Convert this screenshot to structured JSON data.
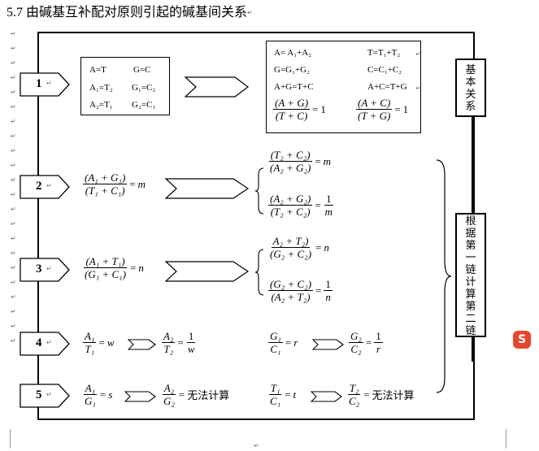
{
  "heading": "5.7 由碱基互补配对原则引起的碱基间关系",
  "paragraph_mark": "↵",
  "labels": {
    "basic": "基本关系",
    "chain": "根据第一链计算第二链"
  },
  "steps": [
    "1",
    "2",
    "3",
    "4",
    "5"
  ],
  "box1": {
    "lines": [
      [
        "A=T",
        "G=C"
      ],
      [
        "A₁=T₂",
        "G₁=C₂"
      ],
      [
        "A₂=T₁",
        "G₂=C₁"
      ]
    ]
  },
  "box2": {
    "lines": [
      [
        "A= A₁+A₂",
        "T=T₁+T₂"
      ],
      [
        "G=G₁+G₂",
        "C=C₁+C₂"
      ],
      [
        "A+G=T+C",
        "A+C=T+G"
      ]
    ],
    "frac1": {
      "num": "(A + G)",
      "den": "(T + C)",
      "rhs": "1"
    },
    "frac2": {
      "num": "(A + C)",
      "den": "(T + G)",
      "rhs": "1"
    }
  },
  "row2": {
    "left": {
      "num": "(A₁ + G₁)",
      "den": "(T₁ + C₁)",
      "rhs": "m"
    },
    "r1": {
      "num": "(T₂ + C₂)",
      "den": "(A₂ + G₂)",
      "rhs": "m"
    },
    "r2": {
      "num": "(A₂ + G₂)",
      "den": "(T₂ + C₂)",
      "rnum": "1",
      "rden": "m"
    }
  },
  "row3": {
    "left": {
      "num": "(A₁ + T₁)",
      "den": "(G₁ + C₁)",
      "rhs": "n"
    },
    "r1": {
      "num": "A₂ + T₂)",
      "den": "(G₂ + C₂)",
      "rhs": "n"
    },
    "r2": {
      "num": "(G₂ + C₂)",
      "den": "(A₂ + T₂)",
      "rnum": "1",
      "rden": "n"
    }
  },
  "row4": {
    "a": {
      "num": "A₁",
      "den": "T₁",
      "rhs": "w"
    },
    "b": {
      "num": "A₂",
      "den": "T₂",
      "rnum": "1",
      "rden": "w"
    },
    "c": {
      "num": "G₁",
      "den": "C₁",
      "rhs": "r"
    },
    "d": {
      "num": "G₂",
      "den": "C₂",
      "rnum": "1",
      "rden": "r"
    }
  },
  "row5": {
    "a": {
      "num": "A₁",
      "den": "G₁",
      "rhs": "s"
    },
    "b": {
      "num": "A₂",
      "den": "G₂",
      "rhs": "无法计算"
    },
    "c": {
      "num": "T₁",
      "den": "C₁",
      "rhs": "t"
    },
    "d": {
      "num": "T₂",
      "den": "C₂",
      "rhs": "无法计算"
    }
  },
  "ime_icon": "S"
}
